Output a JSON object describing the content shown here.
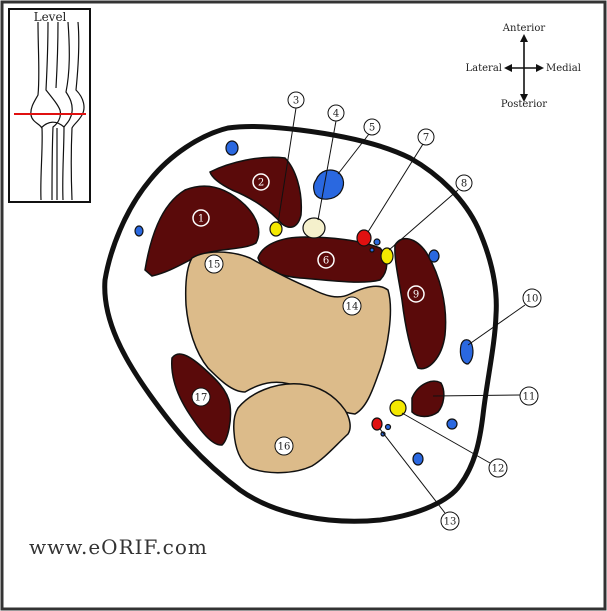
{
  "inset": {
    "title": "Level"
  },
  "compass": {
    "anterior": "Anterior",
    "posterior": "Posterior",
    "lateral": "Lateral",
    "medial": "Medial"
  },
  "labels": {
    "l1": "1",
    "l2": "2",
    "l3": "3",
    "l4": "4",
    "l5": "5",
    "l6": "6",
    "l7": "7",
    "l8": "8",
    "l9": "9",
    "l10": "10",
    "l11": "11",
    "l12": "12",
    "l13": "13",
    "l14": "14",
    "l15": "15",
    "l16": "16",
    "l17": "17"
  },
  "watermark": "www.eORIF.com",
  "colors": {
    "muscle": "#5a0a0a",
    "bone": "#dcbb8a",
    "vein": "#2a68e0",
    "artery": "#e01010",
    "nerve": "#f4e800",
    "tendon": "#f5f0cc",
    "level_line": "#e01010"
  }
}
